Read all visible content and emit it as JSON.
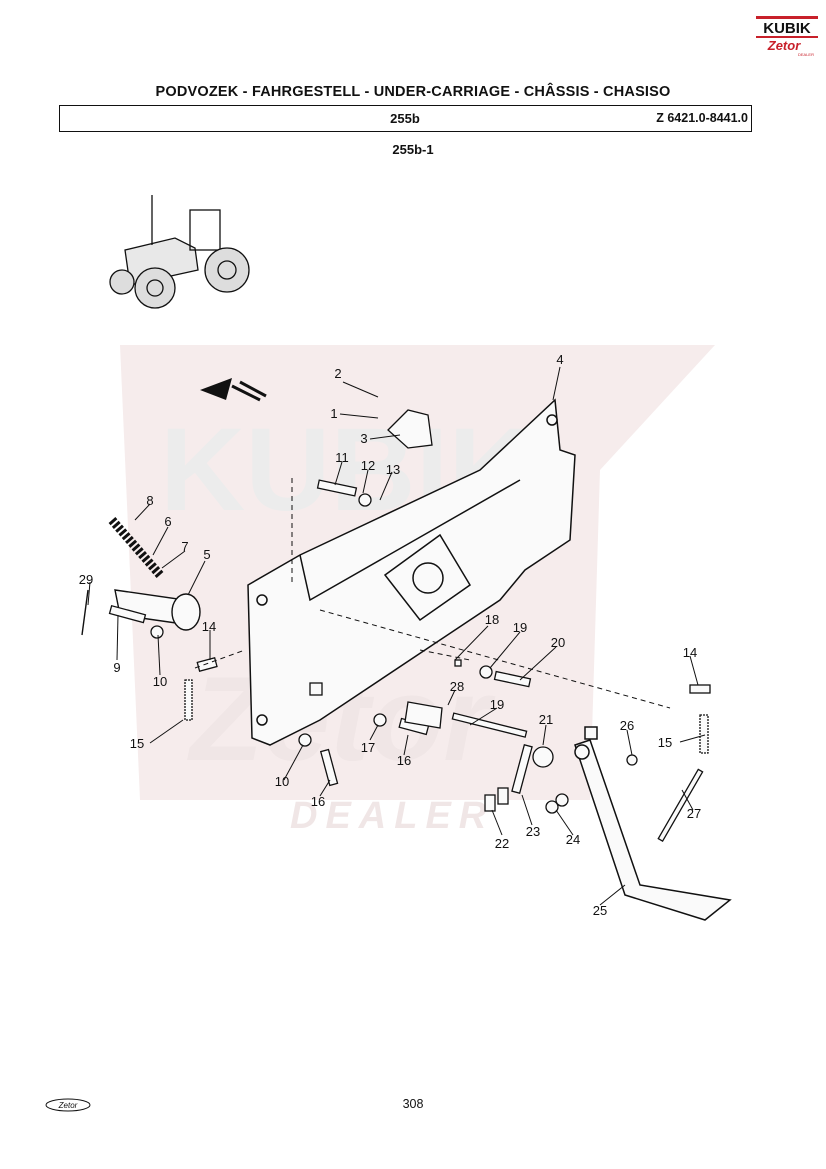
{
  "header": {
    "title": "PODVOZEK - FAHRGESTELL - UNDER-CARRIAGE - CHÂSSIS - CHASISO",
    "section_code": "255b",
    "model_range": "Z 6421.0-8441.0"
  },
  "diagram": {
    "id": "255b-1",
    "callouts": [
      "1",
      "2",
      "3",
      "4",
      "5",
      "6",
      "7",
      "8",
      "9",
      "10",
      "10",
      "11",
      "12",
      "13",
      "14",
      "14",
      "15",
      "15",
      "16",
      "16",
      "17",
      "18",
      "19",
      "19",
      "20",
      "21",
      "22",
      "23",
      "24",
      "25",
      "26",
      "27",
      "28",
      "29"
    ]
  },
  "footer": {
    "page_number": "308"
  },
  "logos": {
    "kubik_top": "KUBIK",
    "kubik_bottom": "Zetor",
    "kubik_small": "DEALER",
    "footer_logo": "Zetor"
  },
  "watermark": {
    "line1": "KUBIK",
    "line2": "Zetor",
    "line3": "DEALER"
  },
  "colors": {
    "brand_red": "#c8202a",
    "ink": "#111111",
    "watermark": "#f2e4e4"
  }
}
